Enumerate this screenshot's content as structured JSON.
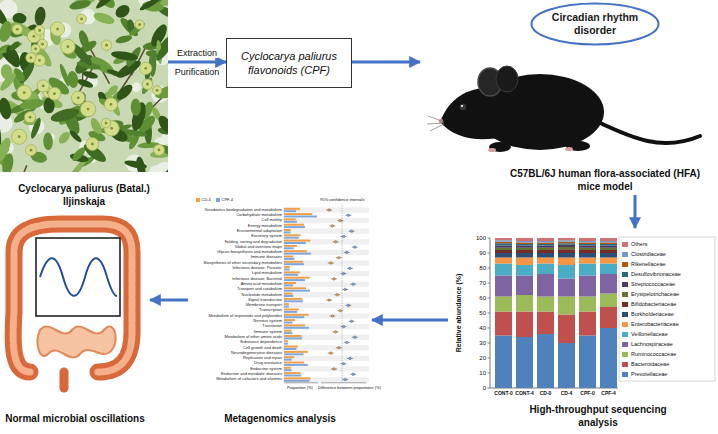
{
  "diagram": {
    "nodes": [
      {
        "text": [
          "Cyclocarya paliurus (Batal.) Iljinskaja"
        ]
      },
      {
        "text": [
          "Cyclocarya paliurus flavonoids (CPF)"
        ]
      },
      {
        "text": [
          "Circadian rhythm disorder"
        ]
      },
      {
        "text": [
          "C57BL/6J human flora-associated (HFA) mice model"
        ]
      },
      {
        "text": [
          "High-throughput sequencing analysis"
        ]
      },
      {
        "text": [
          "Metagenomics analysis"
        ]
      },
      {
        "text": [
          "Normal microbial oscillations"
        ]
      }
    ],
    "edges": [
      {
        "from": 0,
        "to": 1,
        "arrow": "to",
        "label": "Extraction"
      },
      {
        "from": 1,
        "to": 3,
        "arrow": "to"
      },
      {
        "from": 3,
        "to": 4,
        "arrow": "to"
      },
      {
        "from": 4,
        "to": 5,
        "arrow": "to"
      },
      {
        "from": 5,
        "to": 6,
        "arrow": "to"
      }
    ],
    "labels": [
      "Purification",
      "Relative abundance (%)",
      "0",
      "10",
      "20",
      "30",
      "40",
      "50",
      "60",
      "70",
      "80",
      "90",
      "100",
      "CONT-0",
      "CONT-4",
      "CD-0",
      "CD-4",
      "CPF-0",
      "CPF-4",
      "95% confidence intervals",
      "Xenobiotics biodegradation and metabolism",
      "Carbohydrate metabolism",
      "Cell motility",
      "Energy metabolism",
      "Environmental adaptation",
      "Excretory system",
      "Folding, sorting and degradation",
      "Global and overview maps",
      "Glycan biosynthesis and metabolism",
      "Immune diseases",
      "Biosynthesis of other secondary metabolites",
      "Infectious disease: Parasitic",
      "Lipid metabolism",
      "Infectious disease: Bacterial",
      "Amino acid metabolism",
      "Transport and catabolism",
      "Nucleotide metabolism",
      "Signal transduction",
      "Membrane transport",
      "Transcription",
      "Metabolism of terpenoids and polyketides",
      "Nervous system",
      "Translation",
      "Immune system",
      "Metabolism of other amino acids",
      "Substance dependence",
      "Cell growth and death",
      "Neurodegenerative diseases",
      "Replication and repair",
      "Drug resistance",
      "Endocrine system",
      "Endocrine and metabolic diseases",
      "Metabolism of cofactors and vitamins",
      "Proportion (%)",
      "Difference between proportions (%)"
    ],
    "legend": [
      {
        "text": "Others",
        "color": "#cd7371"
      },
      {
        "text": "Clostridiaceae",
        "color": "#729aca"
      },
      {
        "text": "Rikenellaceae",
        "color": "#b65708"
      },
      {
        "text": "Desulfovibrionaceae",
        "color": "#276a7c"
      },
      {
        "text": "Streptococcaceae",
        "color": "#4d3b62"
      },
      {
        "text": "Erysipelotrichaceae",
        "color": "#5f7530"
      },
      {
        "text": "Bifidobacteriaceae",
        "color": "#772c2a"
      },
      {
        "text": "Burkholderiaceae",
        "color": "#2c4d75"
      },
      {
        "text": "Enterobacteriaceae",
        "color": "#f79646"
      },
      {
        "text": "Veillonellaceae",
        "color": "#4bacc6"
      },
      {
        "text": "Lachnospiraceae",
        "color": "#8064a2"
      },
      {
        "text": "Ruminococcaceae",
        "color": "#9bbb59"
      },
      {
        "text": "Bacteroidaceae",
        "color": "#c0504d"
      },
      {
        "text": "Prevotellaceae",
        "color": "#4f81bd"
      },
      {
        "text": "CD-4",
        "color": "#f0a04b"
      },
      {
        "text": "CPF-4",
        "color": "#7fa7d9"
      }
    ]
  }
}
